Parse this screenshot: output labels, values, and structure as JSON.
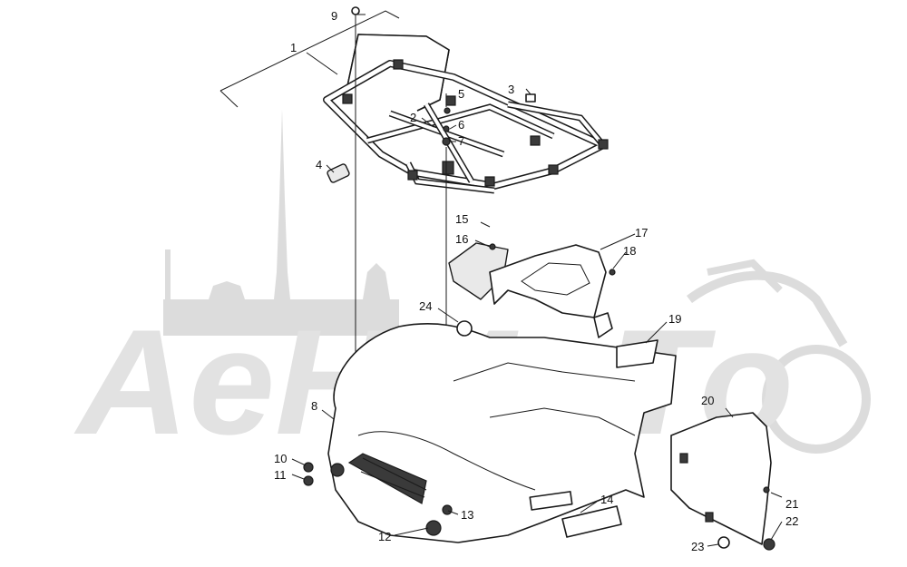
{
  "watermark": {
    "text": "AeHMoTo"
  },
  "callouts": [
    {
      "id": "c1",
      "label": "1"
    },
    {
      "id": "c2",
      "label": "2"
    },
    {
      "id": "c3",
      "label": "3"
    },
    {
      "id": "c4",
      "label": "4"
    },
    {
      "id": "c5",
      "label": "5"
    },
    {
      "id": "c6",
      "label": "6"
    },
    {
      "id": "c7",
      "label": "7"
    },
    {
      "id": "c8",
      "label": "8"
    },
    {
      "id": "c9",
      "label": "9"
    },
    {
      "id": "c10",
      "label": "10"
    },
    {
      "id": "c11",
      "label": "11"
    },
    {
      "id": "c12",
      "label": "12"
    },
    {
      "id": "c13",
      "label": "13"
    },
    {
      "id": "c14",
      "label": "14"
    },
    {
      "id": "c15",
      "label": "15"
    },
    {
      "id": "c16",
      "label": "16"
    },
    {
      "id": "c17",
      "label": "17"
    },
    {
      "id": "c18",
      "label": "18"
    },
    {
      "id": "c19",
      "label": "19"
    },
    {
      "id": "c20",
      "label": "20"
    },
    {
      "id": "c21",
      "label": "21"
    },
    {
      "id": "c22",
      "label": "22"
    },
    {
      "id": "c23",
      "label": "23"
    },
    {
      "id": "c24",
      "label": "24"
    }
  ]
}
